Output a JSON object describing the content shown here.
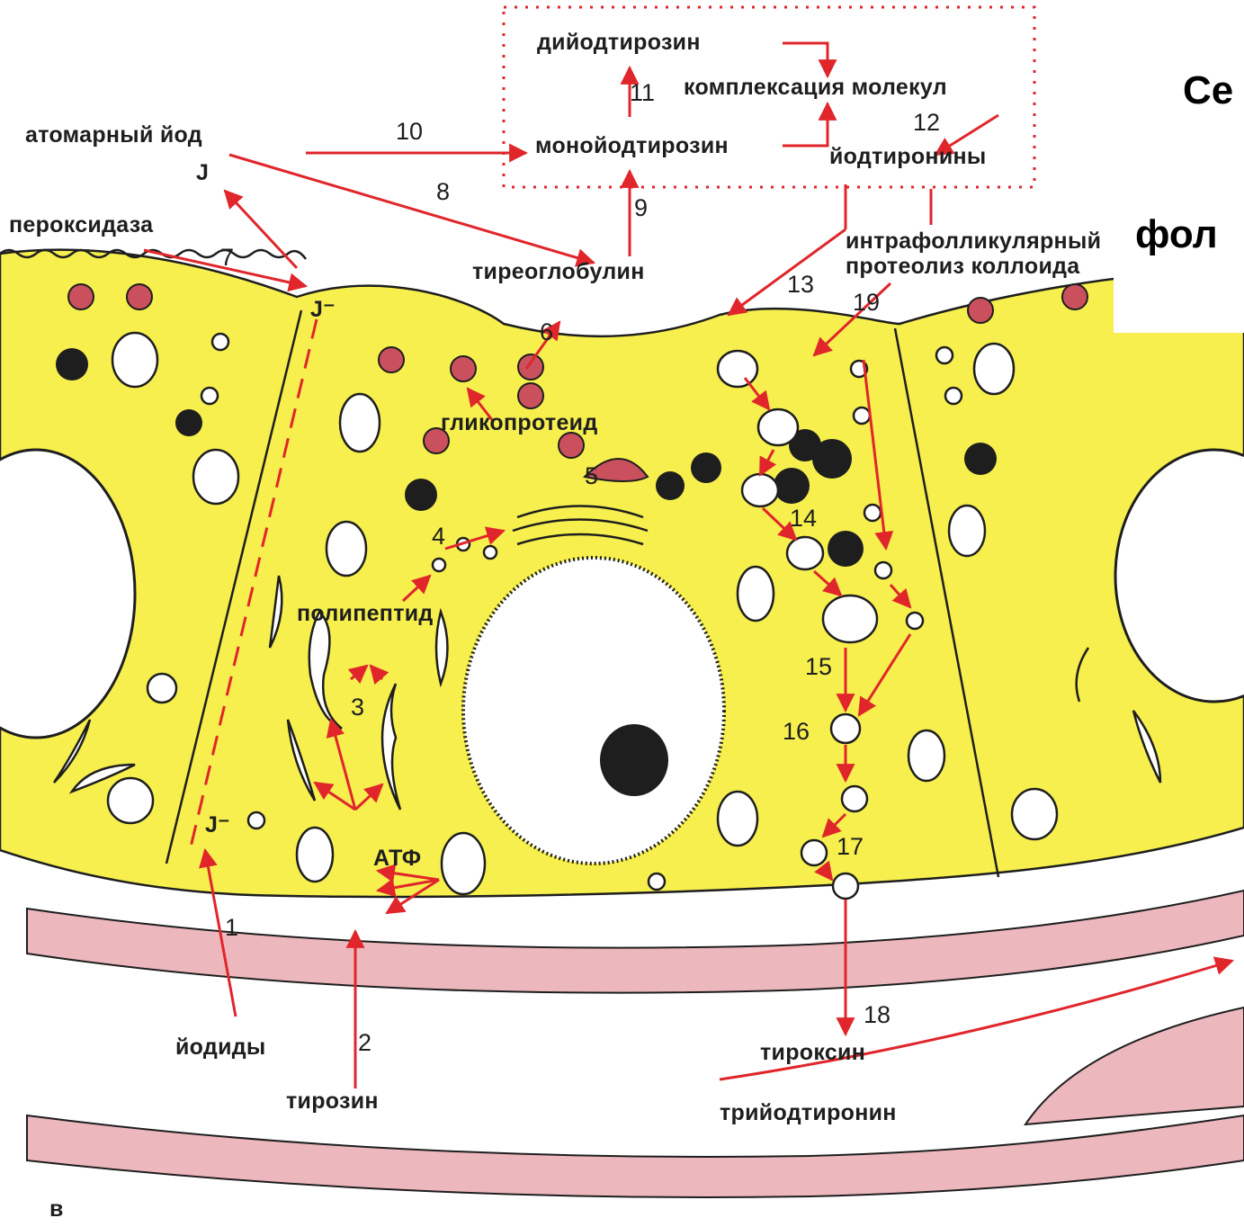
{
  "labels": {
    "atomic_iodine": "атомарный йод",
    "iodine_symbol": "J",
    "peroxidase": "пероксидаза",
    "iodide_ion_apical": "J⁻",
    "iodide_ion_basal": "J⁻",
    "diiodotyrosine": "дийодтирозин",
    "complexation": "комплексация молекул",
    "monoiodotyrosine": "монойодтирозин",
    "iodothyronines": "йодтиронины",
    "thyroglobulin": "тиреоглобулин",
    "proteolysis_line1": "интрафолликулярный",
    "proteolysis_line2": "протеолиз коллоида",
    "glycoprotein": "гликопротеид",
    "polypeptide": "полипептид",
    "atp": "АТФ",
    "iodides": "йодиды",
    "tyrosine": "тирозин",
    "thyroxine": "тироксин",
    "triiodothyronine": "трийодтиронин",
    "figure_letter": "в"
  },
  "numbers": {
    "n1": "1",
    "n2": "2",
    "n3": "3",
    "n4": "4",
    "n5": "5",
    "n6": "6",
    "n7": "7",
    "n8": "8",
    "n9": "9",
    "n10": "10",
    "n11": "11",
    "n12": "12",
    "n13": "13",
    "n14": "14",
    "n15": "15",
    "n16": "16",
    "n17": "17",
    "n18": "18",
    "n19": "19"
  },
  "title_overlay": {
    "line1": "Се",
    "line2": "фол"
  },
  "colors": {
    "cytoplasm": "#f6ef4e",
    "colloid": "#ffffff",
    "arrow": "#e0262b",
    "vessel": "#ecb7bd",
    "granule": "#c9505c",
    "outline": "#1e1e1e"
  }
}
